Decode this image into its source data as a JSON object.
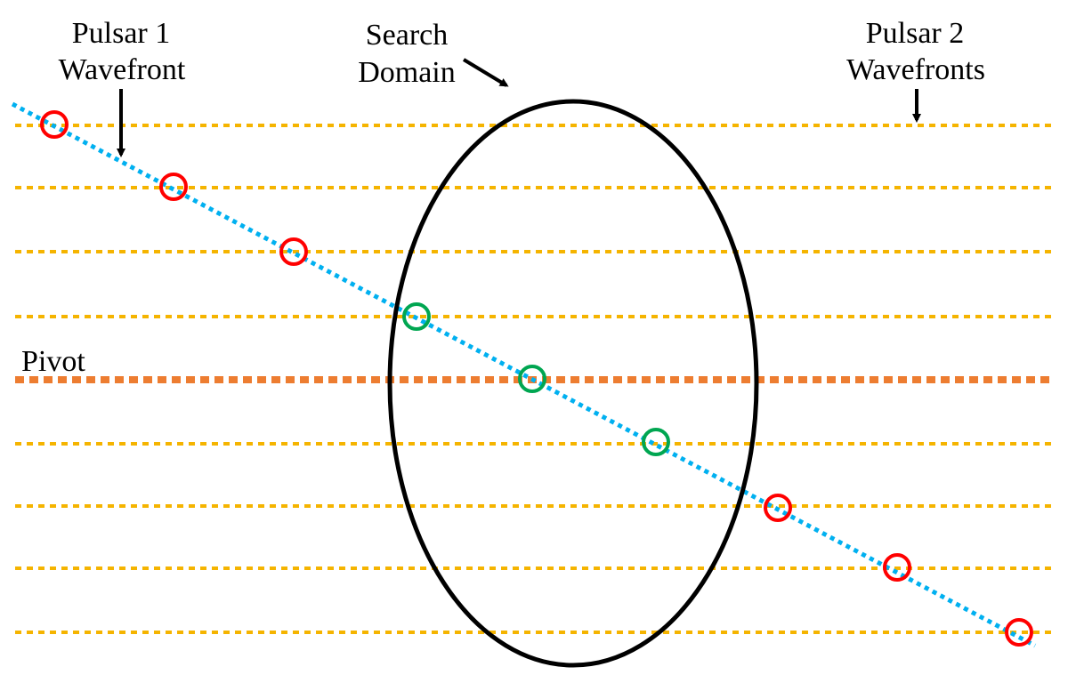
{
  "labels": {
    "pulsar1_line1": "Pulsar 1",
    "pulsar1_line2": "Wavefront",
    "search_line1": "Search",
    "search_line2": "Domain",
    "pulsar2_line1": "Pulsar 2",
    "pulsar2_line2": "Wavefronts",
    "pivot": "Pivot"
  },
  "colors": {
    "pulsar2_wavefronts": "#f5b400",
    "pivot_line": "#ed7d31",
    "pulsar1_wavefront": "#00b0f0",
    "search_domain": "#000000",
    "outside_intersection": "#ff0000",
    "inside_intersection": "#00a651",
    "arrows": "#000000"
  },
  "intersections": [
    {
      "status": "outside"
    },
    {
      "status": "outside"
    },
    {
      "status": "outside"
    },
    {
      "status": "inside"
    },
    {
      "status": "inside"
    },
    {
      "status": "inside"
    },
    {
      "status": "outside"
    },
    {
      "status": "outside"
    },
    {
      "status": "outside"
    }
  ]
}
